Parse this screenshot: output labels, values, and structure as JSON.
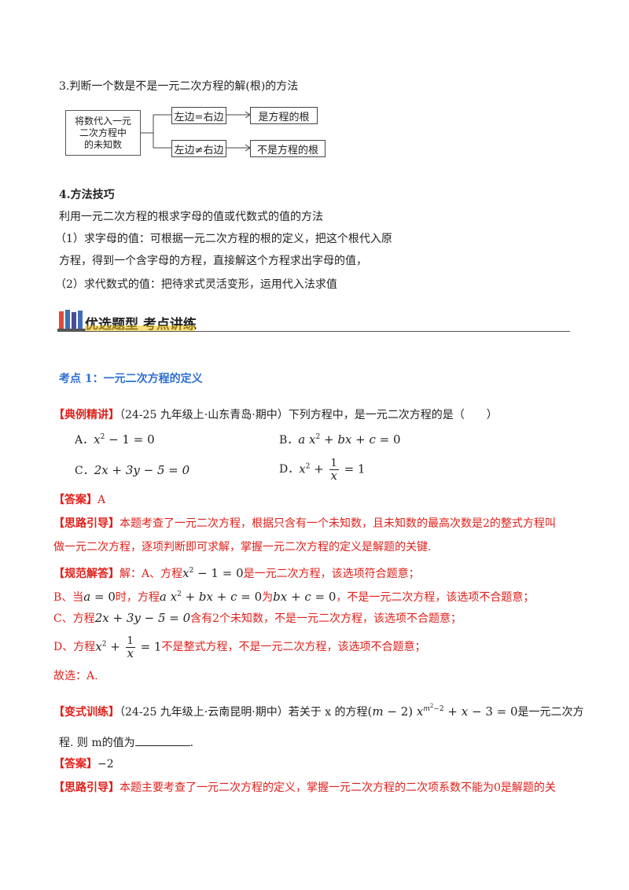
{
  "section3": {
    "title": "3.判断一个数是不是一元二次方程的解(根)的方法"
  },
  "diagram": {
    "source_lines": [
      "将数代入一元",
      "二次方程中",
      "的未知数"
    ],
    "cond_equal": "左边=右边",
    "cond_not_equal": "左边≠右边",
    "result_root": "是方程的根",
    "result_not_root": "不是方程的根"
  },
  "section4": {
    "title": "4.方法技巧",
    "line1": "利用一元二次方程的根求字母的值或代数式的值的方法",
    "line2": "（1）求字母的值：可根据一元二次方程的根的定义，把这个根代入原",
    "line3": "方程，得到一个含字母的方程，直接解这个方程求出字母的值，",
    "line4": "（2）求代数式的值：把待求式灵活变形，运用代入法求值"
  },
  "banner": {
    "title": "优选题型 考点讲练"
  },
  "kaodian": {
    "title": "考点 1：一元二次方程的定义"
  },
  "example": {
    "tag": "【典例精讲】",
    "source": "（24-25 九年级上·山东青岛·期中）下列方程中，是一元二次方程的是（　　）",
    "optA_label": "A．",
    "optB_label": "B．",
    "optC_label": "C．",
    "optD_label": "D．",
    "optC_text": "2x + 3y − 5 = 0",
    "answer_tag": "【答案】",
    "answer": "A",
    "hint_tag": "【思路引导】",
    "hint1": "本题考查了一元二次方程，根据只含有一个未知数，且未知数的最高次数是2的整式方程叫",
    "hint2": "做一元二次方程，逐项判断即可求解，掌握一元二次方程的定义是解题的关键.",
    "sol_tag": "【规范解答】",
    "sol_intro": "解：A、方程",
    "sol_a_end": "是一元二次方程，该选项符合题意；",
    "sol_b_1": "B、当",
    "sol_b_2": "时，方程",
    "sol_b_3": "为",
    "sol_b_4": "，不是一元二次方程，该选项不合题意；",
    "sol_c_1": "C、方程",
    "sol_c_2": "含有2个未知数，不是一元二次方程，该选项不合题意；",
    "sol_d_1": "D、方程",
    "sol_d_2": "不是整式方程，不是一元二次方程，该选项不合题意；",
    "final": "故选：A."
  },
  "variant": {
    "tag": "【变式训练】",
    "source": "（24-25 九年级上·云南昆明·期中）若关于 x 的方程",
    "source_end": "是一元二次方",
    "line2_start": "程. 则 m的值为",
    "line2_end": ".",
    "answer_tag": "【答案】",
    "answer": "−2",
    "hint_tag": "【思路引导】",
    "hint1": "本题主要考查了一元二次方程的定义，掌握一元二次方程的二次项系数不能为0是解题的关"
  },
  "colors": {
    "accent_red": "#e0201b",
    "accent_blue": "#2e6fd0",
    "banner_underline": "#f5c518"
  }
}
